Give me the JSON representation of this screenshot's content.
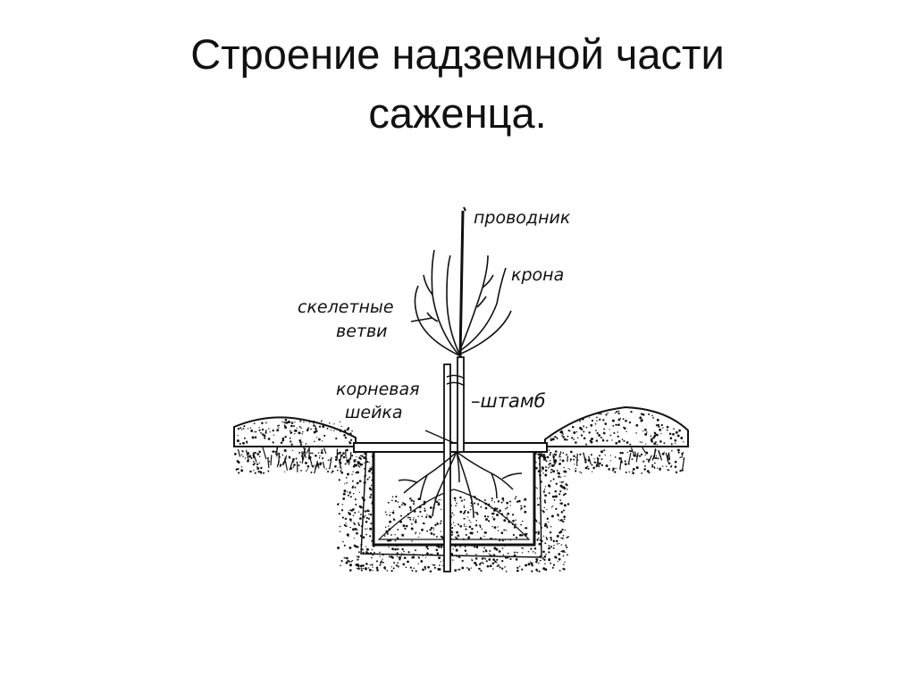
{
  "title": {
    "line1": "Строение надземной части",
    "line2": "саженца."
  },
  "diagram": {
    "labels": {
      "leader": "проводник",
      "crown": "крона",
      "skeletal_line1": "скелетные",
      "skeletal_line2": "ветви",
      "root_collar_line1": "корневая",
      "root_collar_line2": "шейка",
      "trunk": "–штамб"
    },
    "ink_color": "#111111",
    "background_color": "#ffffff"
  }
}
